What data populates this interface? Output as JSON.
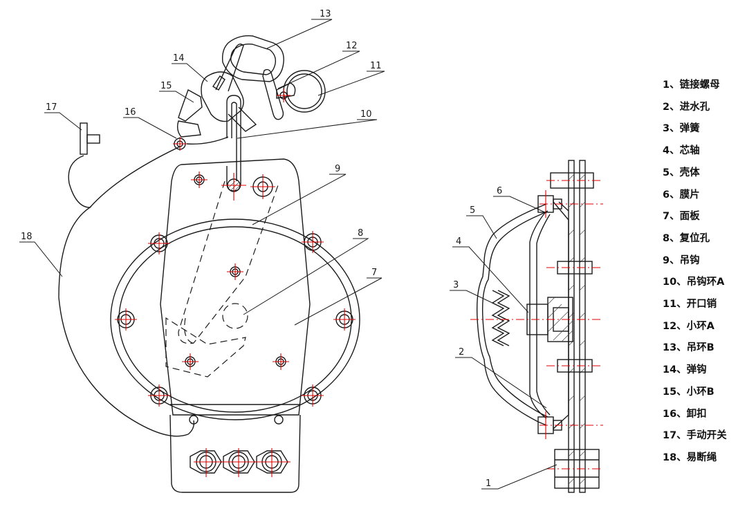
{
  "callouts": [
    "1",
    "2",
    "3",
    "4",
    "5",
    "6",
    "7",
    "8",
    "9",
    "10",
    "11",
    "12",
    "13",
    "14",
    "15",
    "16",
    "17",
    "18"
  ],
  "legend": [
    "1、链接螺母",
    "2、进水孔",
    "3、弹簧",
    "4、芯轴",
    "5、壳体",
    "6、膜片",
    "7、面板",
    "8、复位孔",
    "9、吊钩",
    "10、吊钩环A",
    "11、开口销",
    "12、小环A",
    "13、吊环B",
    "14、弹钩",
    "15、小环B",
    "16、卸扣",
    "17、手动开关",
    "18、易断绳"
  ],
  "colors": {
    "line": "#1a1a1a",
    "centerline": "#e00000",
    "background": "#ffffff"
  }
}
